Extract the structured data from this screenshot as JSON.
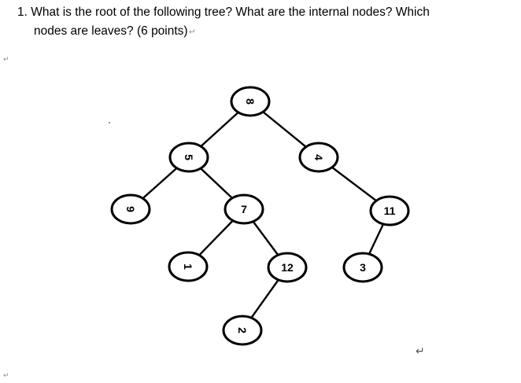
{
  "question": {
    "line1": "1. What is the root of the following tree? What are the internal nodes? Which",
    "line2": "nodes are leaves? (6 points)",
    "paragraph_mark": "↵"
  },
  "margin_marks": [
    "↵",
    "↵"
  ],
  "end_mark": "↵",
  "tree": {
    "nodes": [
      {
        "id": "n8",
        "label": "8",
        "rot": 90
      },
      {
        "id": "n5",
        "label": "5",
        "rot": 90
      },
      {
        "id": "n4",
        "label": "4",
        "rot": 90
      },
      {
        "id": "n9",
        "label": "9",
        "rot": 90
      },
      {
        "id": "n7",
        "label": "7",
        "rot": 0
      },
      {
        "id": "n11",
        "label": "11",
        "rot": 0
      },
      {
        "id": "n1",
        "label": "1",
        "rot": 90
      },
      {
        "id": "n12",
        "label": "12",
        "rot": 0
      },
      {
        "id": "n3",
        "label": "3",
        "rot": 0
      },
      {
        "id": "n2",
        "label": "2",
        "rot": 90
      }
    ],
    "edges": [
      [
        "n8",
        "n5"
      ],
      [
        "n8",
        "n4"
      ],
      [
        "n5",
        "n9"
      ],
      [
        "n5",
        "n7"
      ],
      [
        "n4",
        "n11"
      ],
      [
        "n7",
        "n1"
      ],
      [
        "n7",
        "n12"
      ],
      [
        "n11",
        "n3"
      ],
      [
        "n12",
        "n2"
      ]
    ]
  }
}
